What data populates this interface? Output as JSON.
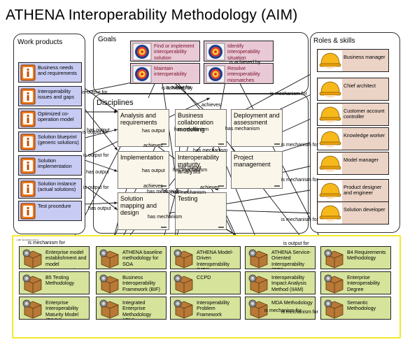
{
  "title": "ATHENA Interoperability Methodology (AIM)",
  "panels": {
    "work_products": "Work products",
    "goals": "Goals",
    "disciplines": "Disciplines",
    "roles": "Roles & skills",
    "specs_tag": "• AIM Inputs/Instructions"
  },
  "work_products": [
    "Business needs and requirements",
    "Interoperability issues and gaps",
    "Optimized co-operation model",
    "Solution blueprint (generic solutions)",
    "Solution implementation",
    "Solution instance (actual solutions)",
    "Test procedure"
  ],
  "goals": [
    "Find or implement interoperability solution",
    "Identify interoperability situation",
    "Maintain interoperability",
    "Resolve interoperability mismatches"
  ],
  "disciplines": [
    "Analysis and requirements",
    "Business collaboration modelling",
    "Deployment and assessment",
    "Implementation",
    "Interoperability maturity analysis",
    "Project management",
    "Solution mapping and design",
    "Testing"
  ],
  "roles": [
    "Business manager",
    "Chief architect",
    "Customer account controller",
    "Knowledge worker",
    "Model manager",
    "Product designer and engineer",
    "Solution developer"
  ],
  "specs": [
    "Enterprise model establishment and model management",
    "ATHENA baseline methodology for SOA",
    "ATHENA Model-Driven Interoperability (MDI)",
    "ATHENA Service-Oriented Interoperability (SOI)",
    "B4 Requirements Methodology",
    "B5 Testing Methodology",
    "Business Interoperability Framework (BIF)",
    "CCPD",
    "Interoperability Impact Analysis Method (IIAM)",
    "Enterprise Interoperability Degree",
    "Enterprise Interoperability Maturity Model (EIMM)",
    "Integrated Enterprise Methodology (IEM)",
    "Interoperability Problem Framework",
    "MDA Methodology",
    "Semantic Methodology"
  ],
  "edge_labels": [
    "is output for",
    "is output for",
    "is output for",
    "is output for",
    "is output for",
    "has output",
    "has output",
    "has output",
    "has output",
    "has output",
    "has output",
    "achieves",
    "achieves",
    "achieves",
    "achieves",
    "is achieved by",
    "is achieved by",
    "is mechanism for",
    "is mechanism for",
    "is mechanism for",
    "is mechanism for",
    "is mechanism for",
    "is mechanism for",
    "has mechanism",
    "has mechanism",
    "has mechanism",
    "has mechanism",
    "has mechanism",
    "has mechanism",
    "has mechanism",
    "is output for",
    "is mechanism for"
  ],
  "colors": {
    "work_product": "#c8ccf4",
    "role": "#ebd3c6",
    "goal": "#e9c9d6",
    "discipline": "#fbf6ea",
    "specification": "#d6e39b",
    "spec_border": "#f2ea2a"
  },
  "icons": {
    "work_product": "info-document-icon",
    "goal": "target-icon",
    "role": "hardhat-worker-icon",
    "specification": "gear-box-icon"
  }
}
